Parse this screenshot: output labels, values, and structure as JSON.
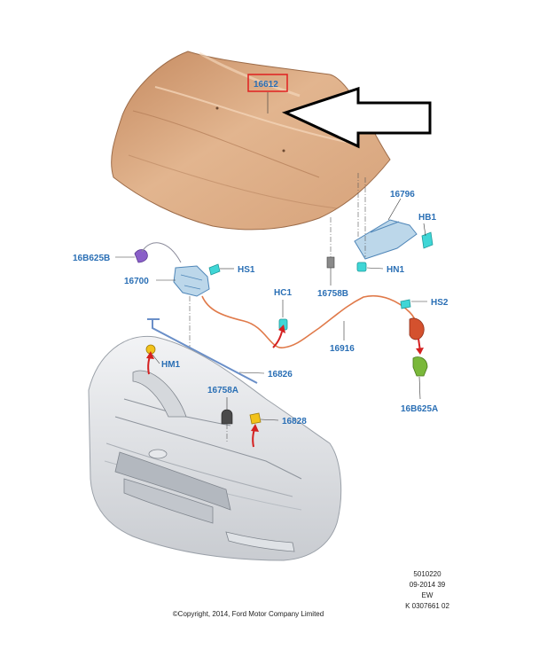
{
  "diagram": {
    "highlight_label": "16612",
    "labels": {
      "p16796": "16796",
      "hb1": "HB1",
      "p16b625b": "16B625B",
      "hs1": "HS1",
      "hn1": "HN1",
      "p16700": "16700",
      "hc1": "HC1",
      "p16758b": "16758B",
      "hs2": "HS2",
      "p16916": "16916",
      "hm1": "HM1",
      "p16826": "16826",
      "p16758a": "16758A",
      "p16828": "16828",
      "p16b625a": "16B625A"
    },
    "metadata": {
      "line1": "5010220",
      "line2": "09-2014 39",
      "line3": "EW",
      "line4": "K 0307661 02"
    },
    "copyright": "©Copyright, 2014, Ford Motor Company Limited"
  },
  "colors": {
    "label_blue": "#2a6fb5",
    "hood": "#d8a984",
    "cable": "#e07a4a",
    "highlight_box": "#e02020",
    "cyan_clip": "#3fd6d6",
    "purple_part": "#8a5fc8",
    "yellow_part": "#f2c21a",
    "red_arrow": "#d42020",
    "green_part": "#7ab83a"
  },
  "icons": [
    "hood-panel",
    "front-bumper",
    "pointer-arrow"
  ]
}
